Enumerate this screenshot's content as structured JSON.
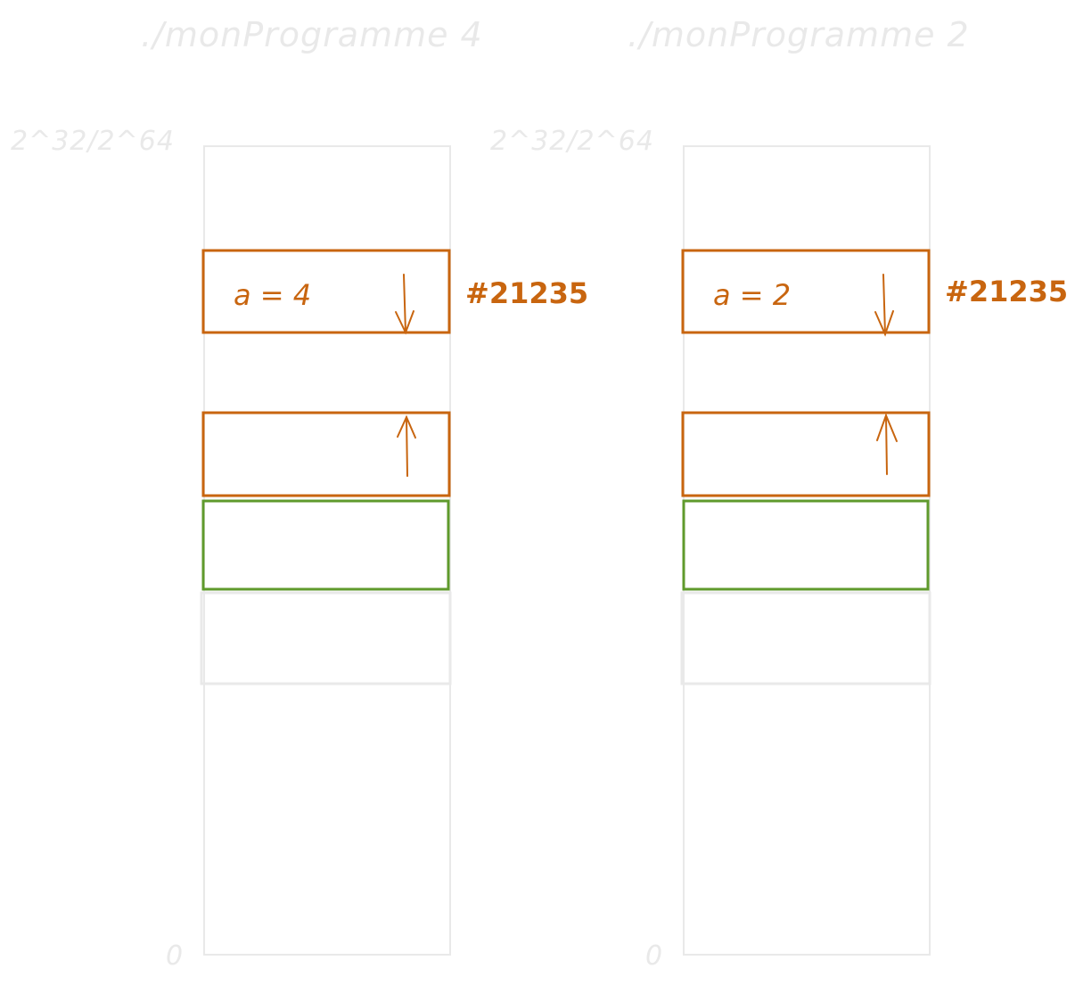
{
  "colors": {
    "faint": "#e9e9e9",
    "orange": "#c8650f",
    "green": "#5f9a2c"
  },
  "programs": [
    {
      "title": "./monProgramme 4",
      "top_label": "2^32/2^64",
      "bottom_label": "0",
      "variable_label": "a = 4",
      "address_label": "#21235"
    },
    {
      "title": "./monProgramme 2",
      "top_label": "2^32/2^64",
      "bottom_label": "0",
      "variable_label": "a = 2",
      "address_label": "#21235"
    }
  ]
}
